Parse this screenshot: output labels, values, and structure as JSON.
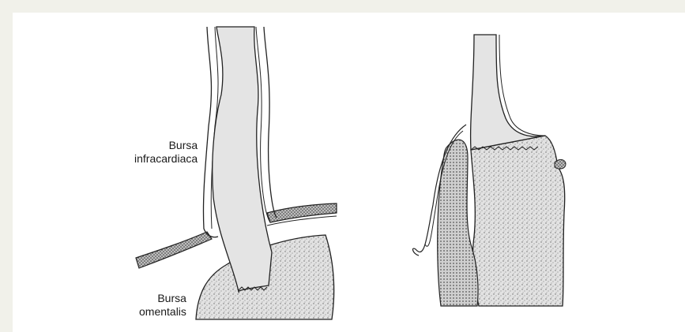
{
  "labels": {
    "bursa_infracardiaca": {
      "line1": "Bursa",
      "line2": "infracardiaca"
    },
    "bursa_omentalis": {
      "line1": "Bursa",
      "line2": "omentalis"
    }
  },
  "colors": {
    "frame": "#f1f1ea",
    "tissue_light": "#e4e4e4",
    "tissue_stipple": "#d8d8d8",
    "outline": "#222222"
  }
}
